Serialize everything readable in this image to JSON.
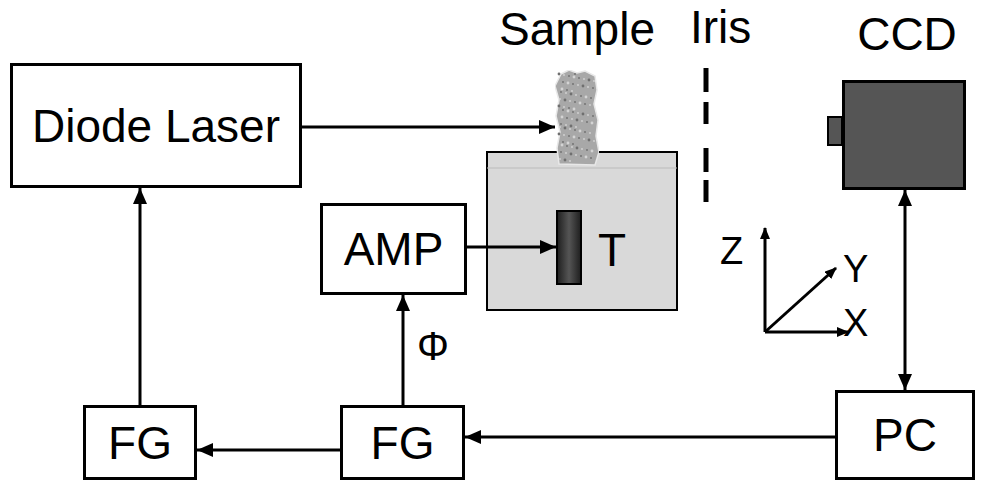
{
  "diagram": {
    "nodes": [
      {
        "text": [
          "Diode Laser"
        ]
      },
      {
        "text": [
          "Sample"
        ]
      },
      {
        "text": [
          "CCD"
        ]
      },
      {
        "text": [
          "AMP"
        ]
      },
      {
        "text": [
          "T"
        ]
      },
      {
        "text": [
          "FG"
        ]
      },
      {
        "text": [
          "FG"
        ]
      },
      {
        "text": [
          "PC"
        ]
      }
    ],
    "edges": [
      {
        "from": 0,
        "to": 1,
        "arrow": "to"
      },
      {
        "from": 3,
        "to": 4,
        "arrow": "to"
      },
      {
        "from": 5,
        "to": 0,
        "arrow": "to"
      },
      {
        "from": 6,
        "to": 3,
        "label": "Φ",
        "arrow": "to"
      },
      {
        "from": 6,
        "to": 5,
        "arrow": "to"
      },
      {
        "from": 7,
        "to": 6,
        "arrow": "to"
      },
      {
        "from": 2,
        "to": 7,
        "arrow": "both"
      }
    ],
    "labels": [
      "Iris",
      "Z",
      "Y",
      "X"
    ]
  }
}
